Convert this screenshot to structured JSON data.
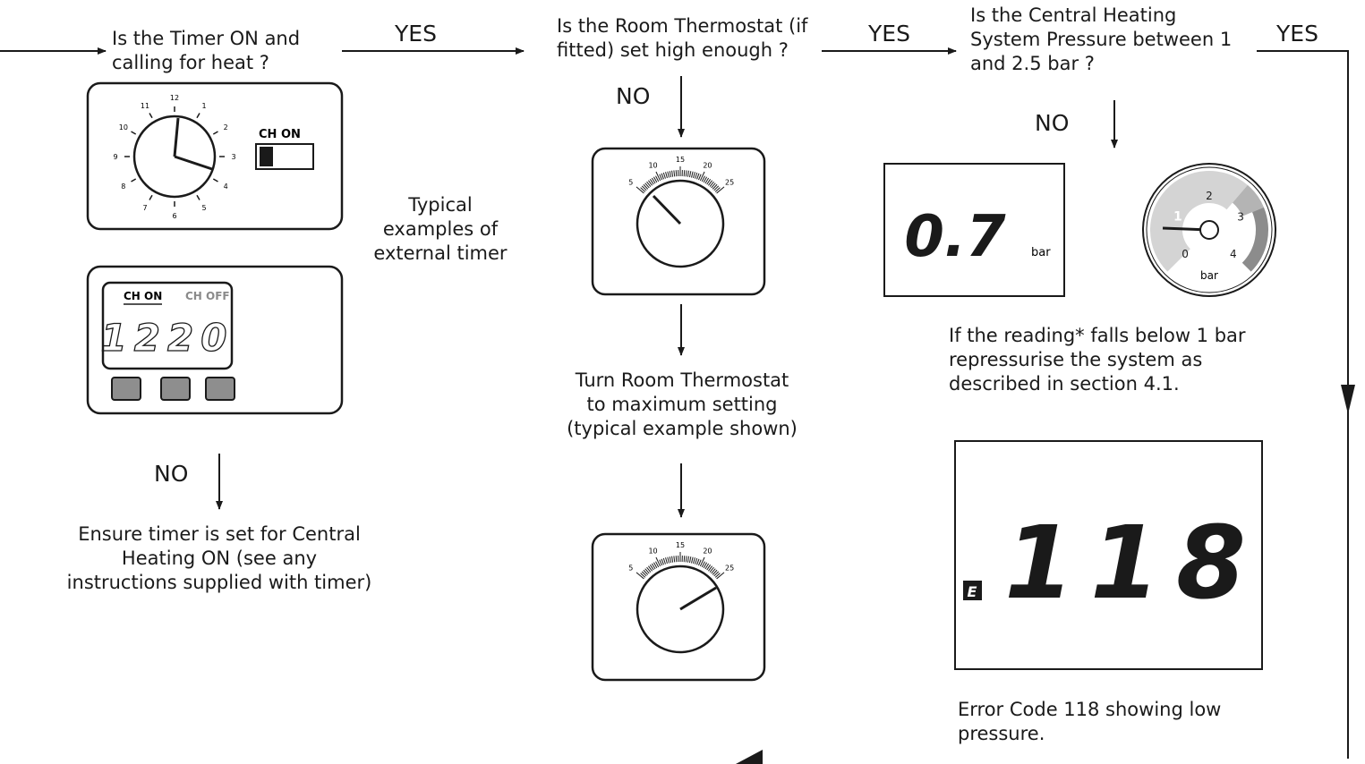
{
  "step1": {
    "question_l1": "Is the Timer ON and",
    "question_l2": "calling for heat ?"
  },
  "step2": {
    "question_l1": "Is the Room Thermostat (if",
    "question_l2": "fitted) set high enough ?"
  },
  "step3": {
    "question_l1": "Is the Central Heating",
    "question_l2": "System Pressure between 1",
    "question_l3": "and 2.5 bar ?"
  },
  "yes_label": "YES",
  "no_label": "NO",
  "timer_examples": {
    "caption_l1": "Typical",
    "caption_l2": "examples of",
    "caption_l3": "external timer",
    "switch_label": "CH ON",
    "digital_on_label": "CH ON",
    "digital_off_label": "CH OFF",
    "digital_time": "1220",
    "dial_numbers": [
      "12",
      "1",
      "2",
      "3",
      "4",
      "5",
      "6",
      "7",
      "8",
      "9",
      "10",
      "11"
    ]
  },
  "timer_action": {
    "l1": "Ensure timer is set for Central",
    "l2": "Heating ON (see any",
    "l3": "instructions supplied with timer)"
  },
  "thermostat": {
    "scale": [
      "5",
      "10",
      "15",
      "20",
      "25"
    ],
    "action_l1": "Turn Room Thermostat",
    "action_l2": "to maximum setting",
    "action_l3": "(typical example shown)"
  },
  "pressure": {
    "display_value": "0.7",
    "display_unit": "bar",
    "gauge_scale": [
      "0",
      "1",
      "2",
      "3",
      "4"
    ],
    "gauge_unit": "bar",
    "gauge_reading_bar": 0.7,
    "note_l1": "If the reading* falls below 1 bar",
    "note_l2": "repressurise the system as",
    "note_l3": "described in section 4.1."
  },
  "error": {
    "prefix": "E",
    "code": "118",
    "caption_l1": "Error Code 118 showing low",
    "caption_l2": "pressure."
  },
  "colors": {
    "ink": "#1a1a1a",
    "gauge_light": "#d4d4d4",
    "gauge_mid": "#b4b4b4",
    "gauge_dark": "#8c8c8c",
    "button_fill": "#8e8e8e",
    "off_label": "#8a8a8a"
  }
}
